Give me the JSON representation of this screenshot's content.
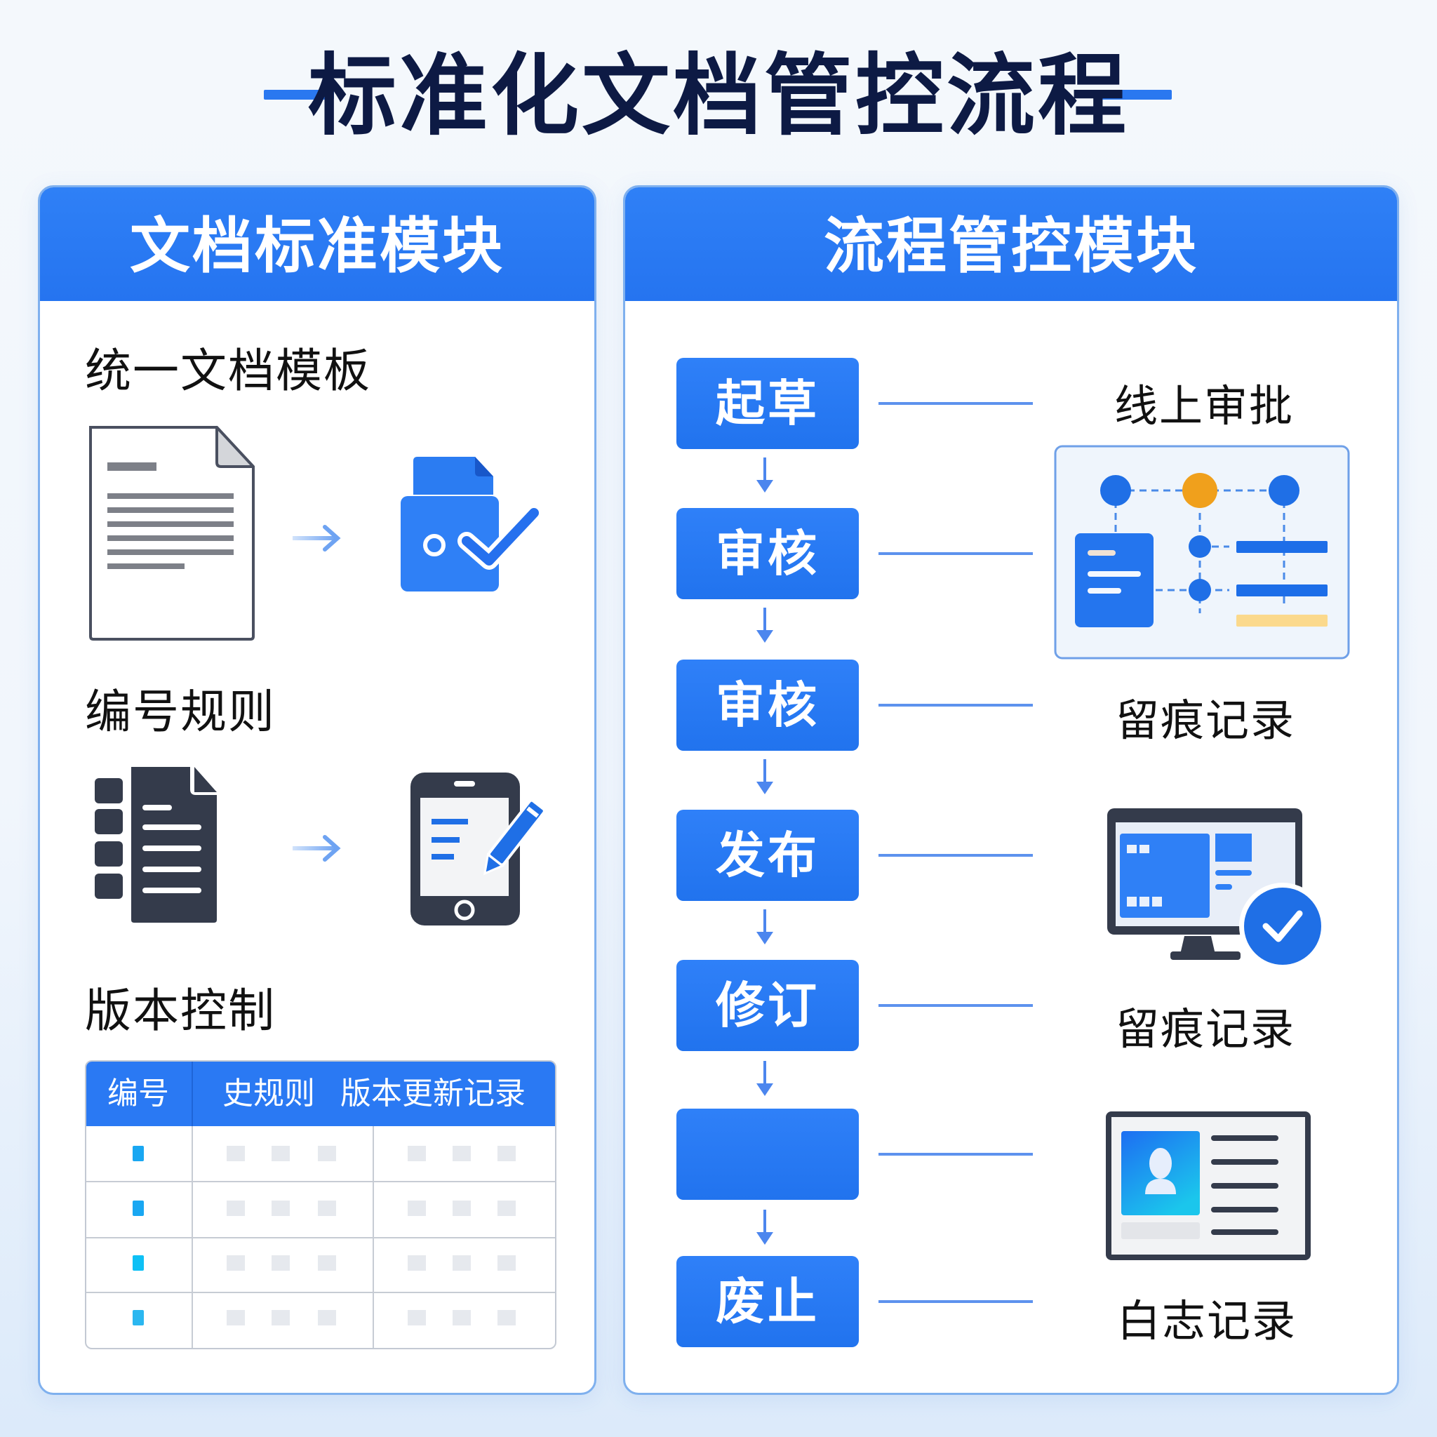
{
  "title": "标准化文档管控流程",
  "colors": {
    "primary_blue": "#2a79f3",
    "title_navy": "#0d1a44",
    "accent_orange": "#f0a01c",
    "accent_yellow": "#fbd98c",
    "icon_dark": "#343b4b"
  },
  "left_panel": {
    "header": "文档标准模块",
    "sections": [
      {
        "label": "统一文档模板",
        "icons": [
          "document-outline-icon",
          "arrow-right-icon",
          "folder-check-icon"
        ]
      },
      {
        "label": "编号规则",
        "icons": [
          "numbered-document-icon",
          "arrow-right-icon",
          "mobile-edit-icon"
        ]
      },
      {
        "label": "版本控制"
      }
    ],
    "table": {
      "headers": [
        "编号",
        "史规则",
        "版本更新记录"
      ],
      "row_count": 4
    }
  },
  "right_panel": {
    "header": "流程管控模块",
    "steps": [
      {
        "label": "起草"
      },
      {
        "label": "审核"
      },
      {
        "label": "审核"
      },
      {
        "label": "发布"
      },
      {
        "label": "修订"
      },
      {
        "label": ""
      },
      {
        "label": "废止"
      }
    ],
    "side_labels": [
      {
        "text": "线上审批"
      },
      {
        "text": "留痕记录"
      },
      {
        "text": "留痕记录"
      },
      {
        "text": "白志记录"
      }
    ],
    "icons": [
      "workflow-diagram-icon",
      "monitor-check-icon",
      "profile-card-icon"
    ]
  }
}
